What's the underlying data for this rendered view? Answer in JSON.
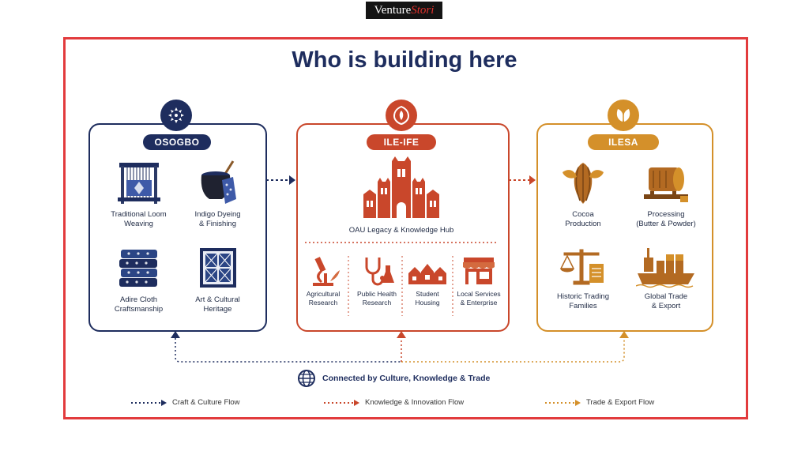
{
  "brand": {
    "part1": "Venture",
    "part2": "Stori"
  },
  "title": "Who is building here",
  "colors": {
    "navy": "#1e2d5e",
    "red": "#c9472b",
    "orange": "#d4902a",
    "frame": "#e23b3d"
  },
  "osogbo": {
    "name": "OSOGBO",
    "icon": "cultural-emblem-icon",
    "items": [
      {
        "label": "Traditional Loom\nWeaving",
        "icon": "loom-icon"
      },
      {
        "label": "Indigo Dyeing\n& Finishing",
        "icon": "dye-pot-icon"
      },
      {
        "label": "Adire Cloth\nCraftsmanship",
        "icon": "cloth-stack-icon"
      },
      {
        "label": "Art & Cultural\nHeritage",
        "icon": "framed-art-icon"
      }
    ]
  },
  "ileife": {
    "name": "ILE-IFE",
    "icon": "shield-emblem-icon",
    "hub_label": "OAU Legacy & Knowledge Hub",
    "items": [
      {
        "label": "Agricultural\nResearch",
        "icon": "microscope-icon"
      },
      {
        "label": "Public Health\nResearch",
        "icon": "stethoscope-icon"
      },
      {
        "label": "Student\nHousing",
        "icon": "houses-icon"
      },
      {
        "label": "Local Services\n& Enterprise",
        "icon": "storefront-icon"
      }
    ]
  },
  "ilesa": {
    "name": "ILESA",
    "icon": "cocoa-leaf-icon",
    "items": [
      {
        "label": "Cocoa\nProduction",
        "icon": "cocoa-pod-icon"
      },
      {
        "label": "Processing\n(Butter & Powder)",
        "icon": "processing-machine-icon"
      },
      {
        "label": "Historic Trading\nFamilies",
        "icon": "scales-icon"
      },
      {
        "label": "Global Trade\n& Export",
        "icon": "cargo-ship-icon"
      }
    ]
  },
  "connected_label": "Connected by Culture, Knowledge & Trade",
  "legend": [
    {
      "label": "Craft & Culture Flow",
      "color": "#1e2d5e"
    },
    {
      "label": "Knowledge & Innovation Flow",
      "color": "#c9472b"
    },
    {
      "label": "Trade & Export Flow",
      "color": "#d4902a"
    }
  ]
}
